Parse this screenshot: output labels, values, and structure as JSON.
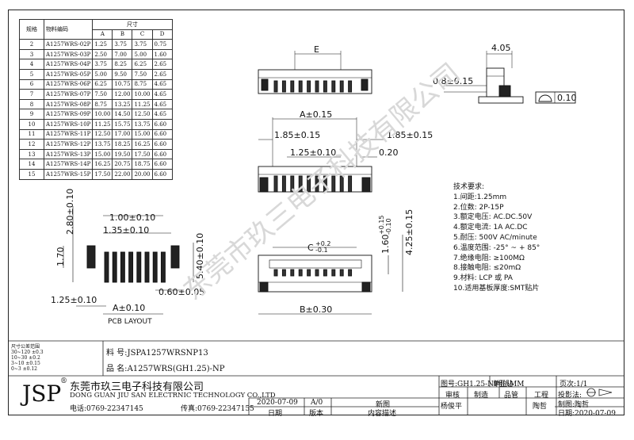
{
  "table": {
    "header": {
      "col0": "规格",
      "col1": "物料编码",
      "dims": "尺寸",
      "a": "A",
      "b": "B",
      "c": "C",
      "d": "D"
    },
    "rows": [
      [
        "2",
        "A1257WRS-02P",
        "1.25",
        "3.75",
        "3.75",
        "0.75"
      ],
      [
        "3",
        "A1257WRS-03P",
        "2.50",
        "7.00",
        "5.00",
        "1.60"
      ],
      [
        "4",
        "A1257WRS-04P",
        "3.75",
        "8.25",
        "6.25",
        "2.65"
      ],
      [
        "5",
        "A1257WRS-05P",
        "5.00",
        "9.50",
        "7.50",
        "2.65"
      ],
      [
        "6",
        "A1257WRS-06P",
        "6.25",
        "10.75",
        "8.75",
        "4.65"
      ],
      [
        "7",
        "A1257WRS-07P",
        "7.50",
        "12.00",
        "10.00",
        "4.65"
      ],
      [
        "8",
        "A1257WRS-08P",
        "8.75",
        "13.25",
        "11.25",
        "4.65"
      ],
      [
        "9",
        "A1257WRS-09P",
        "10.00",
        "14.50",
        "12.50",
        "4.65"
      ],
      [
        "10",
        "A1257WRS-10P",
        "11.25",
        "15.75",
        "13.75",
        "6.60"
      ],
      [
        "11",
        "A1257WRS-11P",
        "12.50",
        "17.00",
        "15.00",
        "6.60"
      ],
      [
        "12",
        "A1257WRS-12P",
        "13.75",
        "18.25",
        "16.25",
        "6.60"
      ],
      [
        "13",
        "A1257WRS-13P",
        "15.00",
        "19.50",
        "17.50",
        "6.60"
      ],
      [
        "14",
        "A1257WRS-14P",
        "16.25",
        "20.75",
        "18.75",
        "6.60"
      ],
      [
        "15",
        "A1257WRS-15P",
        "17.50",
        "22.00",
        "20.00",
        "6.60"
      ]
    ]
  },
  "dims": {
    "e": "E",
    "d405": "4.05",
    "d08": "0.8±0.15",
    "d010": "0.10",
    "a015": "A±0.15",
    "d185l": "1.85±0.15",
    "d185r": "1.85±0.15",
    "d125": "1.25±0.10",
    "d020": "0.20",
    "d100": "1.00±0.10",
    "d135": "1.35±0.10",
    "d280": "2.80±0.10",
    "d170": "1.70",
    "d540": "5.40±0.10",
    "d060": "0.60±0.05",
    "d125b": "1.25±0.10",
    "a010": "A±0.10",
    "pcb": "PCB LAYOUT",
    "c": "C",
    "cup": "+0.2",
    "cdn": "-0.1",
    "d160": "1.60",
    "d160up": "+0.15",
    "d160dn": "-0.10",
    "d425": "4.25±0.15",
    "b030": "B±0.30"
  },
  "requirements": [
    "技术要求:",
    "1.间距:1.25mm",
    "2.位数: 2P-15P",
    "3.额定电压: AC.DC.50V",
    "4.额定电流: 1A AC.DC",
    "5.耐压: 500V AC/minute",
    "6.温度范围: -25° ~ + 85°",
    "7.绝缘电阻: ≥100MΩ",
    "8.接触电阻: ≤20mΩ",
    "9.材料: LCP 或 PA",
    "10.适用基板厚度:SMT贴片"
  ],
  "watermark": "东莞市玖三电子科技有限公司",
  "titleblock": {
    "tol_title": "尺寸公差范围",
    "tol": [
      "30~120  ±0.3",
      "10~30   ±0.2",
      "3~10    ±0.15",
      "0~3     ±0.12"
    ],
    "part_label": "料  号:",
    "part": "JSPA1257WRSNP13",
    "name_label": "品  名:",
    "name": "A1257WRS(GH1.25)-NP",
    "logo": "JSP",
    "reg": "®",
    "company": "东莞市玖三电子科技有限公司",
    "company_en": "DONG GUAN JIU SAN ELECTRNIC TECHNOLOGY CO.,LTD",
    "tel": "电话:0769-22347145",
    "fax": "传真:0769-22347155",
    "drawing_no": "图号:GH1.25-NP卧贴",
    "unit": "单位:MM",
    "page": "页次:1/1",
    "review": "审核",
    "make": "制造",
    "quality": "品管",
    "eng": "工程",
    "proj": "投影法:",
    "date1": "2020-07-09",
    "ver": "A/0",
    "content1": "新图",
    "person1": "杨俊平",
    "person2": "陶哲",
    "draw_label": "制图:陶哲",
    "date_label": "日期",
    "ver_label": "版本",
    "content_label": "内容描述",
    "date2": "日期:2020-07-09"
  }
}
